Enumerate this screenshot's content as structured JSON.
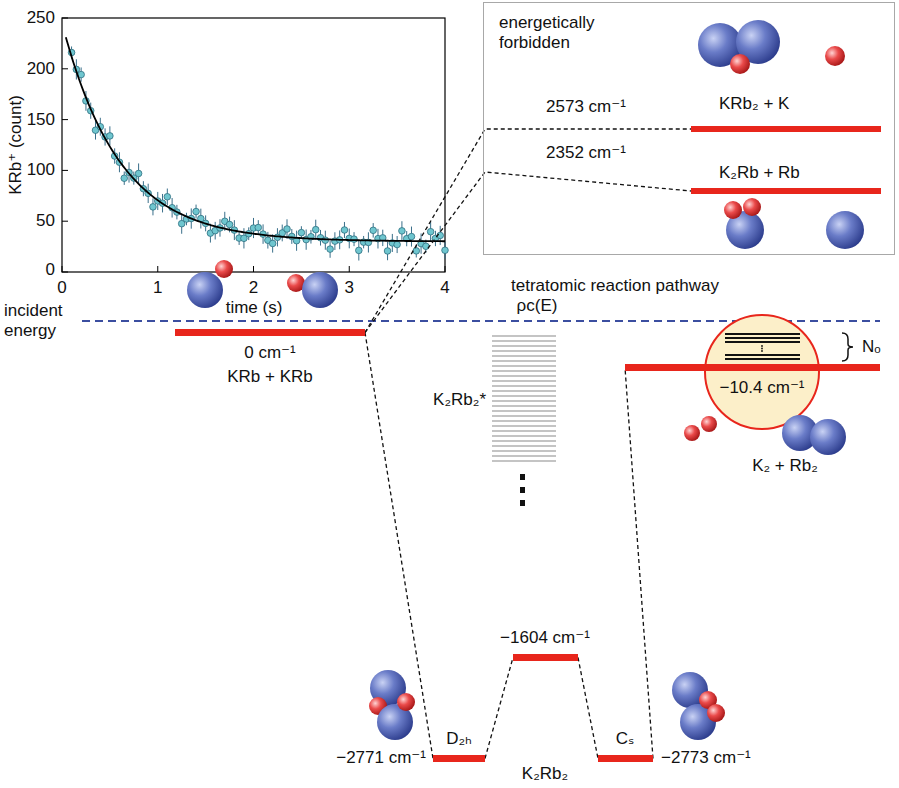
{
  "diagram": {
    "nodes": [
      {
        "text": [
          "energetically forbidden"
        ]
      },
      {
        "text": [
          "2573 cm⁻¹",
          "KRb₂ + K"
        ],
        "in": 0
      },
      {
        "text": [
          "2352 cm⁻¹",
          "K₂Rb + Rb"
        ],
        "in": 0
      },
      {
        "text": [
          "0 cm⁻¹",
          "KRb + KRb"
        ]
      },
      {
        "text": [
          "ρc(E)",
          "K₂Rb₂*"
        ]
      },
      {
        "text": [
          "−10.4 cm⁻¹",
          "K₂ + Rb₂"
        ]
      },
      {
        "text": [
          "D₂ₕ",
          "−2771 cm⁻¹"
        ]
      },
      {
        "text": [
          "−1604 cm⁻¹"
        ]
      },
      {
        "text": [
          "Cₛ",
          "−2773 cm⁻¹"
        ]
      }
    ],
    "edges": [
      {
        "from": 3,
        "to": 1,
        "arrow": "none"
      },
      {
        "from": 3,
        "to": 2,
        "arrow": "none"
      },
      {
        "from": 3,
        "to": 6,
        "arrow": "none"
      },
      {
        "from": 6,
        "to": 7,
        "arrow": "none"
      },
      {
        "from": 7,
        "to": 8,
        "arrow": "none"
      },
      {
        "from": 8,
        "to": 5,
        "arrow": "none"
      }
    ],
    "labels": [
      "250",
      "200",
      "150",
      "100",
      "50",
      "0",
      "0",
      "1",
      "2",
      "3",
      "4",
      "KRb⁺ (count)",
      "time (s)",
      "incident energy",
      "tetratomic reaction pathway",
      "Nₒ",
      "K₂Rb₂"
    ]
  }
}
